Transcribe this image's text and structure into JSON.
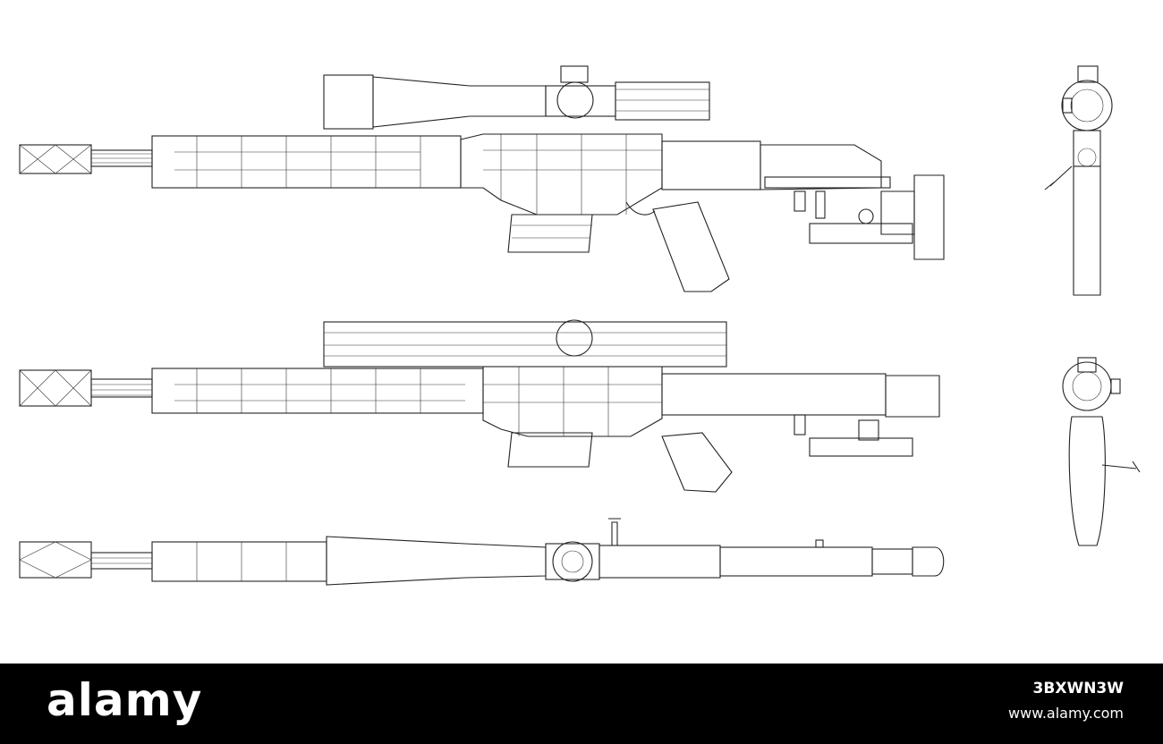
{
  "watermark": {
    "brand": "alamy",
    "image_id": "3BXWN3W",
    "site": "www.alamy.com"
  },
  "illustration": {
    "line_color": "#222222",
    "background": "#ffffff"
  }
}
